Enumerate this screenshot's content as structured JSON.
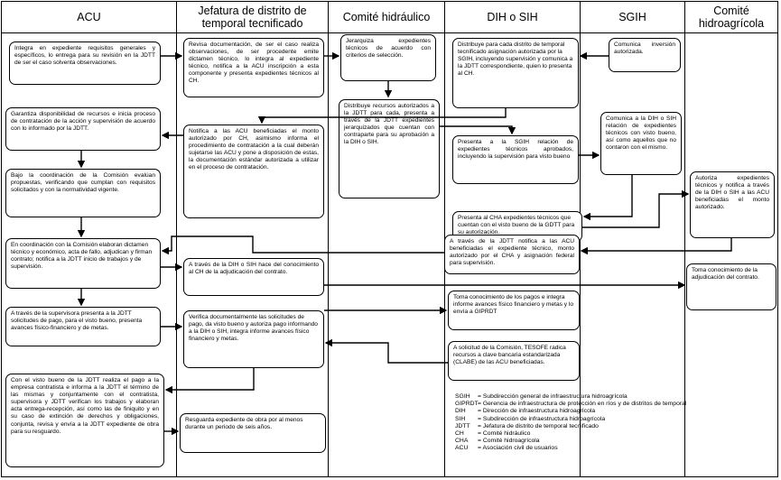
{
  "columns": [
    {
      "key": "acu",
      "title": "ACU"
    },
    {
      "key": "jefatura",
      "title": "Jefatura de distrito de temporal tecnificado"
    },
    {
      "key": "comite_hidraulico",
      "title": "Comité hidráulico"
    },
    {
      "key": "dih",
      "title": "DIH o SIH"
    },
    {
      "key": "sgih",
      "title": "SGIH"
    },
    {
      "key": "comite_hidroagricola",
      "title": "Comité hidroagrícola"
    }
  ],
  "steps": {
    "acu_1": "Integra en expediente requisitos generales y específicos, lo entrega para su revisión en la JDTT de ser el caso solventa observaciones.",
    "acu_2": "Garantiza disponibilidad de recursos e inicia proceso de contratación de la acción y supervisión de acuerdo con lo informado por la JDTT.",
    "acu_3": "Bajo la coordinación de la Comisión evalúan propuestas, verificando que cumplan con requisitos solicitados y con la normatividad vigente.",
    "acu_4": "En coordinación con la Comisión elaboran dictamen técnico y económico, acta de fallo, adjudican y firman contrato; notifica a la JDTT inicio de trabajos y de supervisión.",
    "acu_5": "A través de la supervisora presenta a la JDTT solicitudes de pago, para el visto bueno, presenta avances físico-financiero y de metas.",
    "acu_6": "Con el visto bueno de la JDTT realiza el pago a la empresa contratista e informa a la JDTT el término de las mismas y conjuntamente con el contratista, supervisora y JDTT verifican los trabajos y elaboran acta entrega-recepción, así como las de finiquito y en su caso de extinción de derechos y obligaciones, conjunta, revisa y envía a la JDTT expediente de obra para su resguardo.",
    "jef_1": "Revisa documentación, de ser el caso realiza observaciones, de ser procedente emite dictamen técnico, lo integra al expediente técnico, notifica a la ACU inscripción a esta componente y presenta expedientes técnicos al CH.",
    "jef_2": "Notifica a las ACU beneficiadas el monto autorizado por CH, asimismo informa el procedimiento de contratación a la cual deberán sujetarse las ACU y pone a disposición de estas, la documentación estándar autorizada a utilizar en el proceso de contratación.",
    "jef_3": "A través de la DIH o SIH hace del conocimiento al CH de la adjudicación del contrato.",
    "jef_4": "Verifica documentalmente las solicitudes de pago, da visto bueno y autoriza pago informando a la DIH o SIH, integra informe avances físico financiero y metas.",
    "jef_5": "Resguarda expediente de obra por al menos durante un periodo de seis años.",
    "ch_1": "Jerarquiza expedientes técnicos de acuerdo con criterios de selección.",
    "ch_2": "Distribuye recursos autorizados a la JDTT para cada, presenta a través de la JDTT expedientes jerarquizados que cuentan con contraparte para su aprobación a la DIH o SIH.",
    "dih_1": "Distribuye para cada distrito de temporal tecnificado asignación autorizada por la SGIH, incluyendo supervisión y comunica a la JDTT correspondiente, quien lo presenta al CH.",
    "dih_2": "Presenta a la SGIH relación de expedientes técnicos aprobados, incluyendo la supervisión para visto bueno",
    "dih_3": "Presenta al CHA expedientes técnicos que cuentan con el visto bueno de la GDTT para su autorización.",
    "dih_4": "A través de la JDTT notifica a las ACU beneficiadas el expediente técnico, monto autorizado por el CHA y asignación federal para supervisión.",
    "dih_5": "Toma conocimiento de los pagos e integra informe avances físico financiero y metas y lo envía a GIPRDT",
    "dih_6": "A solicitud de la Comisión, TESOFE radica recursos a clave bancaria estandarizada (CLABE) de las ACU beneficiadas.",
    "sgih_1": "Comunica inversión autorizada.",
    "sgih_2": "Comunica a la DIH o SIH relación de expedientes técnicos con visto bueno, así como aquellos que no contaron con el mismo.",
    "cha_1": "Autoriza expedientes técnicos y notifica a través de la DIH o SIH a las ACU beneficiadas el monto autorizado.",
    "cha_2": "Toma conocimiento de la adjudicación del contrato."
  },
  "legend": [
    {
      "abbr": "SGIH",
      "def": "= Subdirección general de infraestructura hidroagrícola"
    },
    {
      "abbr": "GIPRDT",
      "def": "= Gerencia de infraestructura de protección en ríos y de distritos de temporal"
    },
    {
      "abbr": "DIH",
      "def": "= Dirección de infraestructura hidroagrícola"
    },
    {
      "abbr": "SIH",
      "def": "= Subdirección de infraestructura hidroagrícola"
    },
    {
      "abbr": "JDTT",
      "def": "= Jefatura de distrito de temporal tecnificado"
    },
    {
      "abbr": "CH",
      "def": "= Comité hidráulico"
    },
    {
      "abbr": "CHA",
      "def": "= Comité hidroagrícola"
    },
    {
      "abbr": "ACU",
      "def": "= Asociación civil de usuarios"
    }
  ]
}
